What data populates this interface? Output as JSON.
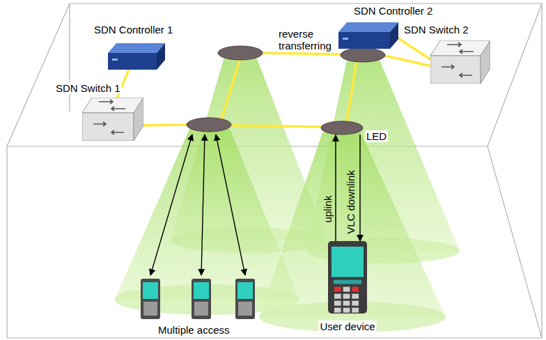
{
  "diagram": {
    "nodes": [
      {
        "text": [
          "SDN Controller 1"
        ]
      },
      {
        "text": [
          "SDN Switch 1"
        ]
      },
      {
        "text": [
          "SDN Controller 2"
        ]
      },
      {
        "text": [
          "SDN Switch 2"
        ]
      },
      {
        "text": [
          "LED"
        ]
      },
      {
        "text": [
          "User device"
        ]
      }
    ],
    "edges": [
      {
        "from": 0,
        "to": 1,
        "arrow": "none"
      },
      {
        "from": 2,
        "to": 3,
        "arrow": "none"
      },
      {
        "from": 5,
        "to": 4,
        "label": "uplink",
        "arrow": "to"
      },
      {
        "from": 4,
        "to": 5,
        "label": "VLC downlink",
        "arrow": "to"
      }
    ],
    "labels": [
      "reverse transferring",
      "Multiple access"
    ]
  }
}
